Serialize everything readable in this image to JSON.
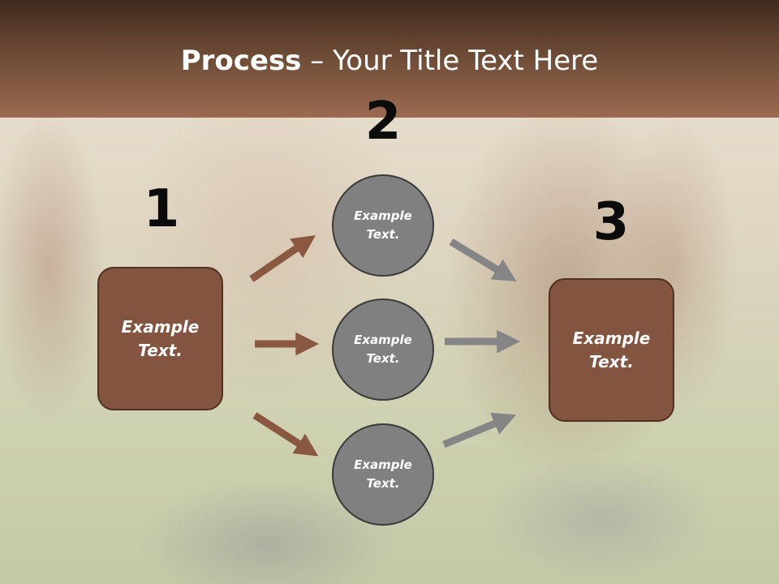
{
  "title": {
    "bold": "Process",
    "rest": " – Your Title Text Here"
  },
  "steps": [
    {
      "number": "1",
      "text": "Example Text."
    },
    {
      "number": "2",
      "circles": [
        "Example Text.",
        "Example Text.",
        "Example Text."
      ]
    },
    {
      "number": "3",
      "text": "Example Text."
    }
  ],
  "colors": {
    "title_band": "#6b4a35",
    "box": "#835440",
    "circle": "#808080",
    "arrow_brown": "#8a5741",
    "arrow_grey": "#858585",
    "number": "#0b0b0b"
  }
}
